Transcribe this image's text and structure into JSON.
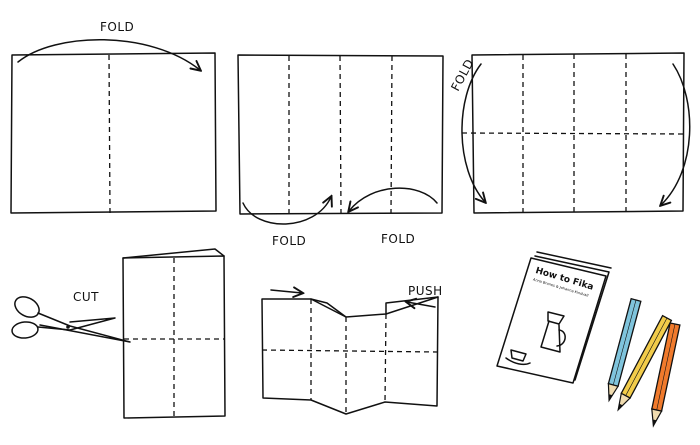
{
  "labels": {
    "step1_fold": "FOLD",
    "step2_fold_left": "FOLD",
    "step2_fold_right": "FOLD",
    "step3_fold": "FOLD",
    "step4_cut": "CUT",
    "step5_push": "PUSH"
  },
  "booklet": {
    "title": "How to Fika",
    "subtitle": "Anna Brones & Johanna Kindvall"
  },
  "colors": {
    "ink": "#111111",
    "pencil_blue": "#7fc4dc",
    "pencil_yellow": "#f2cc4a",
    "pencil_orange": "#f07a2c",
    "pencil_tip": "#f0dcb0"
  }
}
